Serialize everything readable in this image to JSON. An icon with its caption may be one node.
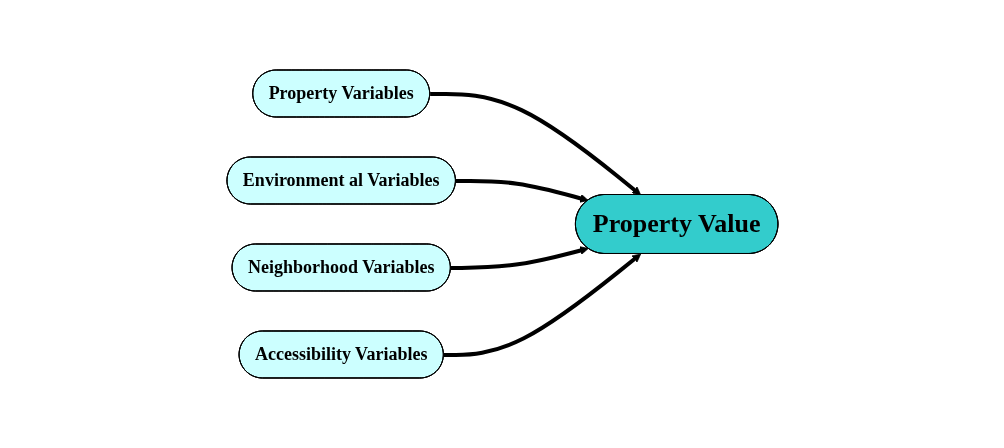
{
  "diagram": {
    "nodes": [
      {
        "text": [
          "Property Variables"
        ]
      },
      {
        "text": [
          "Environment al Variables"
        ]
      },
      {
        "text": [
          "Property Value"
        ]
      },
      {
        "text": [
          "Neighborhood Variables"
        ]
      },
      {
        "text": [
          "Accessibility Variables"
        ]
      }
    ],
    "edges": [
      {
        "from": 0,
        "to": 2,
        "arrow": "to"
      },
      {
        "from": 1,
        "to": 2,
        "arrow": "to"
      },
      {
        "from": 3,
        "to": 2,
        "arrow": "to"
      },
      {
        "from": 4,
        "to": 2,
        "arrow": "to"
      }
    ]
  }
}
